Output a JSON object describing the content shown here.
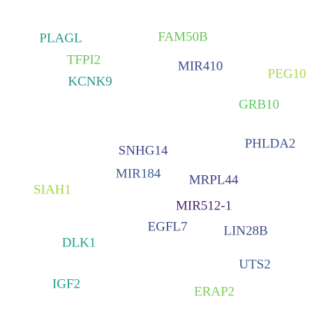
{
  "words": [
    {
      "text": "PLAGL",
      "color": "#23998a"
    },
    {
      "text": "FAM50B",
      "color": "#6cc45a"
    },
    {
      "text": "TFPI2",
      "color": "#6cc45a"
    },
    {
      "text": "MIR410",
      "color": "#3e4a89"
    },
    {
      "text": "PEG10",
      "color": "#a2d84a"
    },
    {
      "text": "KCNK9",
      "color": "#23998a"
    },
    {
      "text": "GRB10",
      "color": "#5ec962"
    },
    {
      "text": "PHLDA2",
      "color": "#3b5288"
    },
    {
      "text": "SNHG14",
      "color": "#3e4389"
    },
    {
      "text": "MIR184",
      "color": "#3e5c8b"
    },
    {
      "text": "MRPL44",
      "color": "#403f86"
    },
    {
      "text": "SIAH1",
      "color": "#9dd93b"
    },
    {
      "text": "MIR512-1",
      "color": "#4b2070"
    },
    {
      "text": "EGFL7",
      "color": "#3e4b8a"
    },
    {
      "text": "LIN28B",
      "color": "#3d4e8a"
    },
    {
      "text": "DLK1",
      "color": "#21a185"
    },
    {
      "text": "UTS2",
      "color": "#3a5a8c"
    },
    {
      "text": "IGF2",
      "color": "#1f9c88"
    },
    {
      "text": "ERAP2",
      "color": "#7ccf5b"
    }
  ]
}
